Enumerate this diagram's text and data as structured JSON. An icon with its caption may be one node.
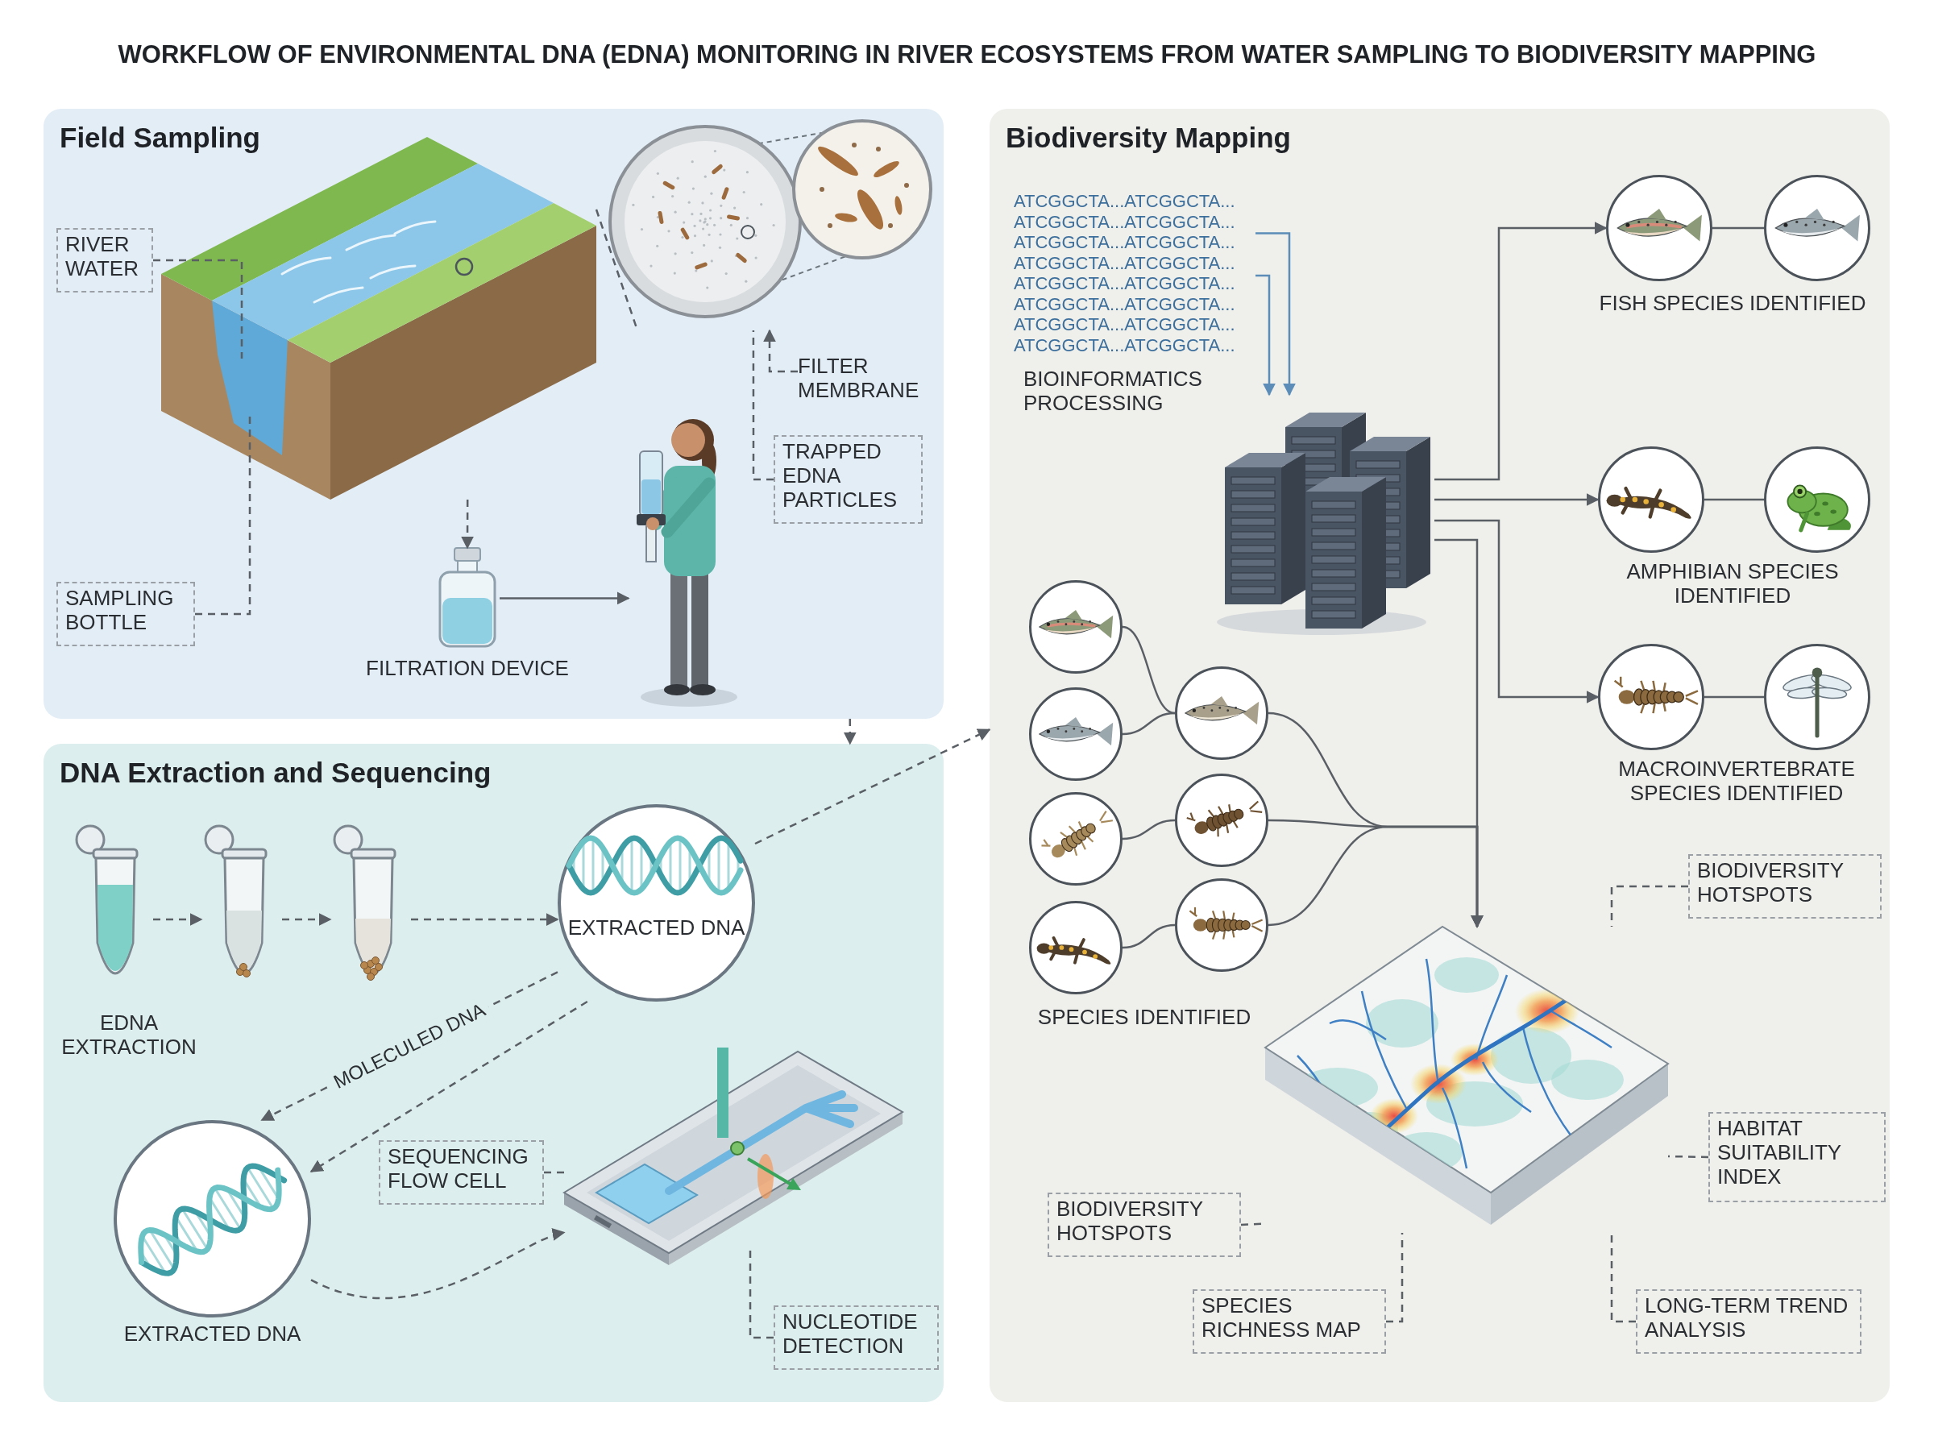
{
  "diagram": {
    "title": "WORKFLOW OF ENVIRONMENTAL DNA (EDNA) MONITORING IN RIVER ECOSYSTEMS FROM WATER SAMPLING TO BIODIVERSITY MAPPING",
    "nodes": [
      {
        "text": [
          "Field Sampling"
        ]
      },
      {
        "text": [
          "RIVER WATER"
        ],
        "in": 0
      },
      {
        "text": [],
        "shape": "picture",
        "in": 0
      },
      {
        "text": [],
        "shape": "picture",
        "in": 0
      },
      {
        "text": [
          "FILTER MEMBRANE"
        ],
        "in": 0
      },
      {
        "text": [
          "TRAPPED EDNA PARTICLES"
        ],
        "in": 0
      },
      {
        "text": [],
        "shape": "picture",
        "in": 0
      },
      {
        "text": [
          "SAMPLING BOTTLE"
        ],
        "in": 0
      },
      {
        "text": [],
        "shape": "picture",
        "in": 0,
        "beside": [
          "FILTRATION DEVICE"
        ]
      },
      {
        "text": [
          "DNA Extraction and Sequencing"
        ]
      },
      {
        "text": [],
        "shape": "picture",
        "in": 9,
        "beside": [
          "EDNA EXTRACTION"
        ]
      },
      {
        "text": [],
        "shape": "picture",
        "in": 9
      },
      {
        "text": [],
        "shape": "picture",
        "in": 9
      },
      {
        "text": [
          "EXTRACTED DNA"
        ],
        "in": 9
      },
      {
        "text": [
          "EXTRACTED DNA"
        ],
        "in": 9
      },
      {
        "text": [
          "SEQUENCING FLOW CELL"
        ],
        "in": 9
      },
      {
        "text": [],
        "shape": "picture",
        "in": 9
      },
      {
        "text": [
          "NUCLEOTIDE DETECTION"
        ],
        "in": 9
      },
      {
        "text": [
          "Biodiversity Mapping"
        ]
      },
      {
        "text": [
          "ATCGGCTA...ATCGGCTA... ATCGGCTA...ATCGGCTA... ATCGGCTA...ATCGGCTA... ATCGGCTA...ATCGGCTA... ATCGGCTA...ATCGGCTA... ATCGGCTA...ATCGGCTA... ATCGGCTA...ATCGGCTA... ATCGGCTA...ATCGGCTA..."
        ],
        "in": 18
      },
      {
        "text": [],
        "shape": "picture",
        "in": 18,
        "beside": [
          "BIOINFORMATICS PROCESSING"
        ]
      },
      {
        "text": [],
        "shape": "picture",
        "in": 18
      },
      {
        "text": [],
        "shape": "picture",
        "in": 18
      },
      {
        "text": [],
        "shape": "picture",
        "in": 18
      },
      {
        "text": [],
        "shape": "picture",
        "in": 18
      },
      {
        "text": [],
        "shape": "picture",
        "in": 18
      },
      {
        "text": [],
        "shape": "picture",
        "in": 18
      },
      {
        "text": [],
        "shape": "picture",
        "in": 18
      },
      {
        "text": [],
        "shape": "picture",
        "in": 18
      },
      {
        "text": [],
        "shape": "picture",
        "in": 18
      },
      {
        "text": [],
        "shape": "picture",
        "in": 18
      },
      {
        "text": [],
        "shape": "picture",
        "in": 18
      },
      {
        "text": [],
        "shape": "picture",
        "in": 18
      },
      {
        "text": [],
        "shape": "picture",
        "in": 18
      },
      {
        "text": [
          "BIODIVERSITY HOTSPOTS"
        ],
        "in": 18
      },
      {
        "text": [],
        "shape": "picture",
        "in": 18
      },
      {
        "text": [
          "HABITAT SUITABILITY INDEX"
        ],
        "in": 18
      },
      {
        "text": [
          "BIODIVERSITY HOTSPOTS"
        ],
        "in": 18
      },
      {
        "text": [
          "SPECIES RICHNESS MAP"
        ],
        "in": 18
      },
      {
        "text": [
          "LONG-TERM TREND ANALYSIS"
        ],
        "in": 18
      }
    ],
    "edges": [
      {
        "from": 1,
        "to": 2,
        "arrow": "none",
        "style": "dashed"
      },
      {
        "from": 7,
        "to": 2,
        "arrow": "none",
        "style": "dashed"
      },
      {
        "from": 2,
        "to": 8,
        "arrow": "to",
        "style": "dashed"
      },
      {
        "from": 8,
        "to": 6,
        "arrow": "to"
      },
      {
        "from": 2,
        "to": 3,
        "arrow": "none",
        "style": "dashed"
      },
      {
        "from": 4,
        "to": 3,
        "arrow": "to",
        "style": "dashed"
      },
      {
        "from": 5,
        "to": 3,
        "arrow": "none",
        "style": "dashed"
      },
      {
        "from": 0,
        "to": 9,
        "arrow": "to",
        "style": "dashed"
      },
      {
        "from": 10,
        "to": 11,
        "arrow": "to",
        "style": "dashed"
      },
      {
        "from": 11,
        "to": 12,
        "arrow": "to",
        "style": "dashed"
      },
      {
        "from": 12,
        "to": 13,
        "arrow": "to",
        "style": "dashed"
      },
      {
        "from": 13,
        "to": 18,
        "arrow": "to",
        "style": "dashed"
      },
      {
        "from": 13,
        "to": 14,
        "arrow": "to",
        "style": "dashed",
        "label": "MOLECULED DNA"
      },
      {
        "from": 13,
        "to": 14,
        "arrow": "to",
        "style": "dashed"
      },
      {
        "from": 14,
        "to": 16,
        "arrow": "to",
        "style": "dashed"
      },
      {
        "from": 15,
        "to": 16,
        "arrow": "none",
        "style": "dashed"
      },
      {
        "from": 17,
        "to": 16,
        "arrow": "none",
        "style": "dashed"
      },
      {
        "from": 19,
        "to": 20,
        "arrow": "to",
        "color": "#5b8db8"
      },
      {
        "from": 19,
        "to": 20,
        "arrow": "to",
        "color": "#5b8db8"
      },
      {
        "from": 20,
        "to": 21,
        "arrow": "to"
      },
      {
        "from": 21,
        "to": 22,
        "arrow": "none"
      },
      {
        "from": 20,
        "to": 23,
        "arrow": "to"
      },
      {
        "from": 23,
        "to": 24,
        "arrow": "none"
      },
      {
        "from": 20,
        "to": 25,
        "arrow": "to"
      },
      {
        "from": 25,
        "to": 26,
        "arrow": "none"
      },
      {
        "from": 20,
        "to": 35,
        "arrow": "to"
      },
      {
        "from": 27,
        "to": 31,
        "arrow": "none"
      },
      {
        "from": 28,
        "to": 31,
        "arrow": "none"
      },
      {
        "from": 29,
        "to": 32,
        "arrow": "none"
      },
      {
        "from": 30,
        "to": 33,
        "arrow": "none"
      },
      {
        "from": 31,
        "to": 35,
        "arrow": "to"
      },
      {
        "from": 32,
        "to": 35,
        "arrow": "to"
      },
      {
        "from": 33,
        "to": 35,
        "arrow": "to"
      },
      {
        "from": 34,
        "to": 35,
        "arrow": "none",
        "style": "dashed"
      },
      {
        "from": 36,
        "to": 35,
        "arrow": "none",
        "style": "dashed"
      },
      {
        "from": 37,
        "to": 35,
        "arrow": "none",
        "style": "dashed"
      },
      {
        "from": 38,
        "to": 35,
        "arrow": "none",
        "style": "dashed"
      },
      {
        "from": 39,
        "to": 35,
        "arrow": "none",
        "style": "dashed"
      }
    ],
    "labels": [
      "FISH SPECIES IDENTIFIED",
      "AMPHIBIAN SPECIES IDENTIFIED",
      "MACROINVERTEBRATE SPECIES IDENTIFIED",
      "SPECIES IDENTIFIED"
    ]
  }
}
